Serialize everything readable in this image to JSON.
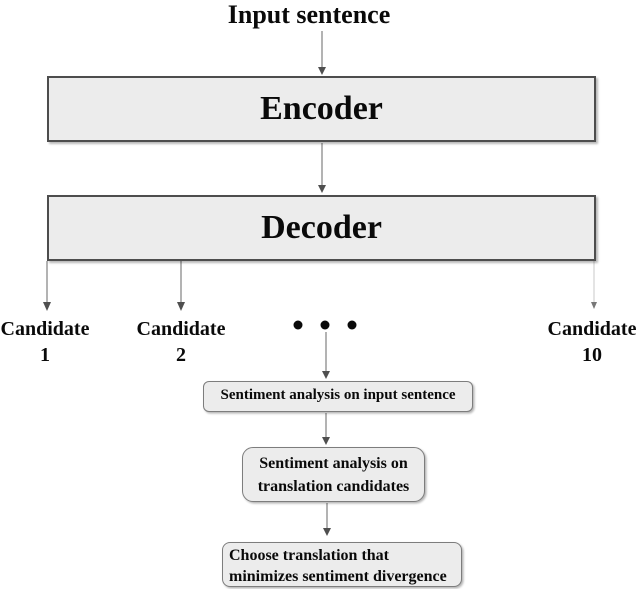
{
  "title": "Input sentence",
  "encoder": {
    "label": "Encoder"
  },
  "decoder": {
    "label": "Decoder"
  },
  "candidates": [
    {
      "word": "Candidate",
      "number": "1"
    },
    {
      "word": "Candidate",
      "number": "2"
    },
    {
      "word": "Candidate",
      "number": "10"
    }
  ],
  "steps": [
    {
      "lines": [
        "Sentiment analysis on input sentence"
      ]
    },
    {
      "lines": [
        "Sentiment analysis on",
        "translation candidates"
      ]
    },
    {
      "lines": [
        "Choose translation that",
        "minimizes sentiment divergence"
      ]
    }
  ],
  "colors": {
    "box_fill": "#ececec",
    "box_border": "#4d4d4d",
    "rounded_border": "#7d7d7d",
    "arrow_line": "#8a8a8a",
    "arrow_head": "#4f4f4f",
    "faint_line": "#c8c8c8",
    "text": "#0a0a0a",
    "background": "#ffffff"
  }
}
